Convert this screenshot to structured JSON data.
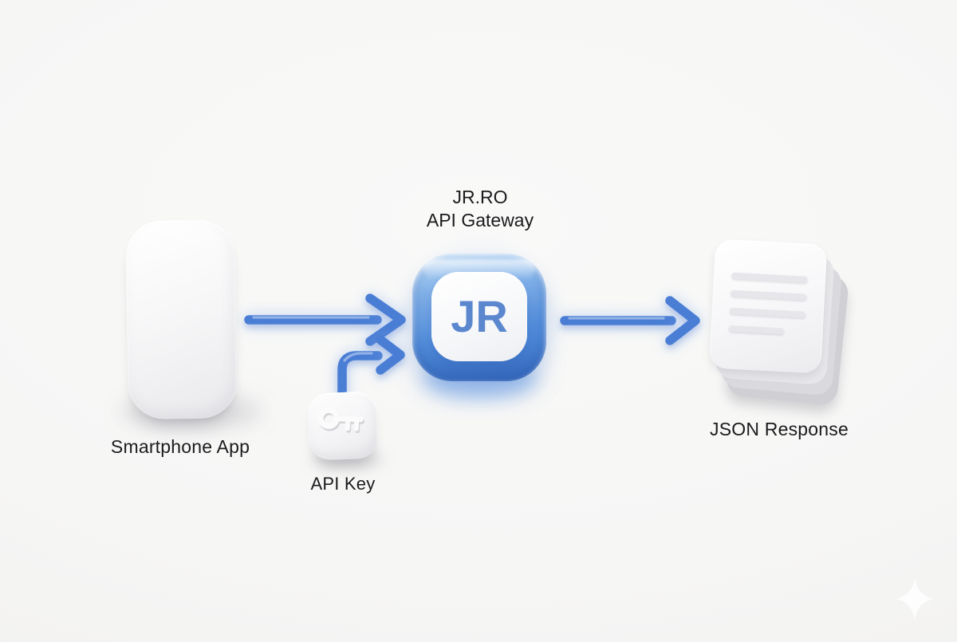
{
  "diagram": {
    "nodes": {
      "smartphone": {
        "label": "Smartphone App",
        "icon": "smartphone-3d"
      },
      "api_key": {
        "label": "API Key",
        "icon": "key-3d"
      },
      "gateway": {
        "name_line1": "JR.RO",
        "name_line2": "API Gateway",
        "monogram": "JR",
        "icon": "blue-squircle-3d"
      },
      "json_response": {
        "label": "JSON Response",
        "icon": "document-stack-3d"
      }
    },
    "edges": [
      {
        "id": "app-to-gateway",
        "from": "smartphone",
        "to": "gateway",
        "style": "straight-right"
      },
      {
        "id": "key-to-gateway",
        "from": "api_key",
        "to": "gateway",
        "style": "elbow-up-right"
      },
      {
        "id": "gateway-to-response",
        "from": "gateway",
        "to": "json_response",
        "style": "straight-right"
      }
    ],
    "colors": {
      "background": "#f5f5f4",
      "arrow_blue": "#4a7ed5",
      "gateway_rim_blue": "#5a90dc",
      "monogram_blue": "#5b87cf",
      "label_text": "#1b1b1d",
      "document_line_gray": "#e7e7eb"
    },
    "decorations": [
      {
        "icon": "sparkle",
        "position": "bottom-right"
      }
    ]
  }
}
